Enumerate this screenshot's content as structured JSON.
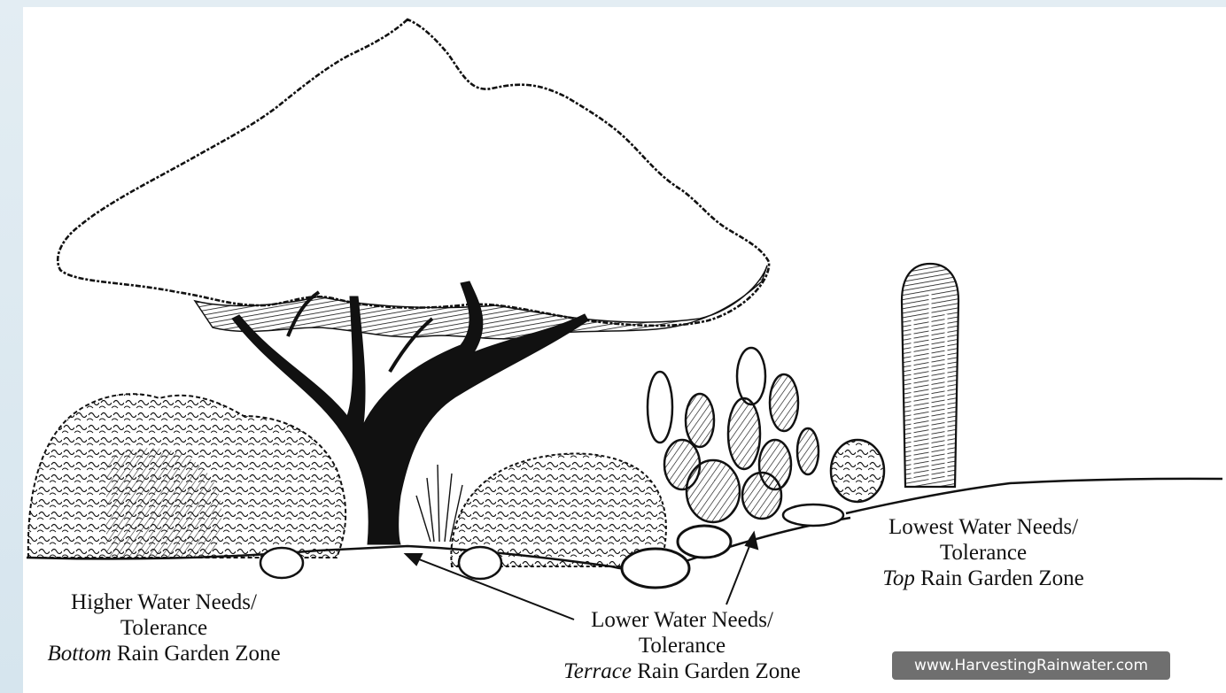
{
  "labels": {
    "bottom": {
      "line1": "Higher Water Needs/",
      "line2": "Tolerance",
      "zone_word": "Bottom",
      "zone_rest": "Rain Garden Zone"
    },
    "terrace": {
      "line1": "Lower Water Needs/",
      "line2": "Tolerance",
      "zone_word": "Terrace",
      "zone_rest": "Rain Garden Zone"
    },
    "top": {
      "line1": "Lowest Water Needs/",
      "line2": "Tolerance",
      "zone_word": "Top",
      "zone_rest": "Rain Garden Zone"
    }
  },
  "watermark": "www.HarvestingRainwater.com"
}
